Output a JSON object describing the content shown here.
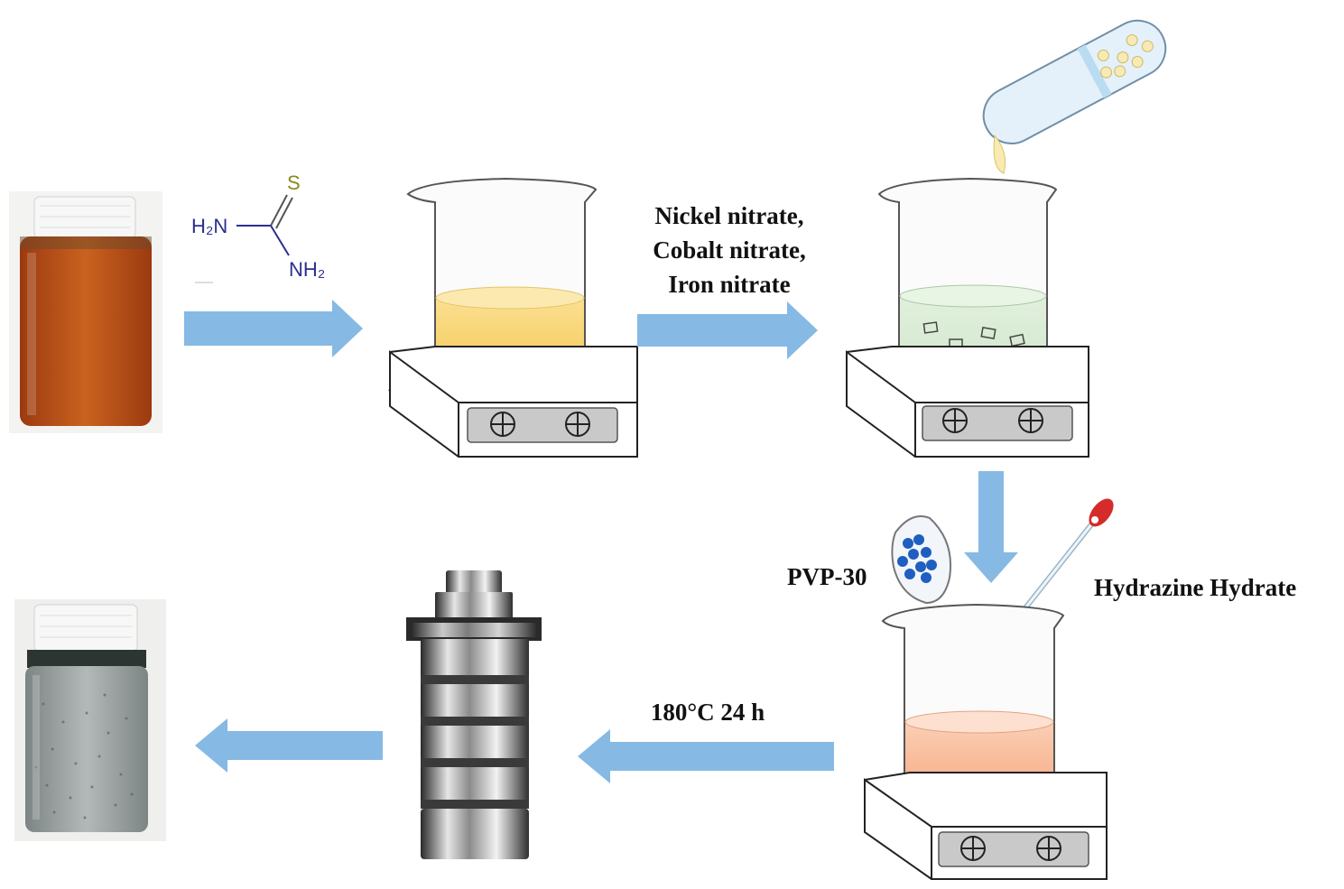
{
  "chemical": {
    "h2n": "H₂N",
    "s": "S",
    "nh2": "NH₂"
  },
  "labels": {
    "nitrates": [
      "Nickel nitrate,",
      "Cobalt nitrate,",
      "Iron nitrate"
    ],
    "pvp": "PVP-30",
    "hydrazine": "Hydrazine Hydrate",
    "condition": "180°C 24 h"
  },
  "colors": {
    "arrow": "#86b9e4",
    "initial_solution": "#b8501a",
    "yellow_solution": "#f7cf5a",
    "green_solution": "#d8ebd4",
    "orange_solution": "#f6b48f",
    "final_solution": "#9aa2a1",
    "pvp_beads": "#1f5fbf",
    "dropper_tip": "#d62b2b"
  }
}
